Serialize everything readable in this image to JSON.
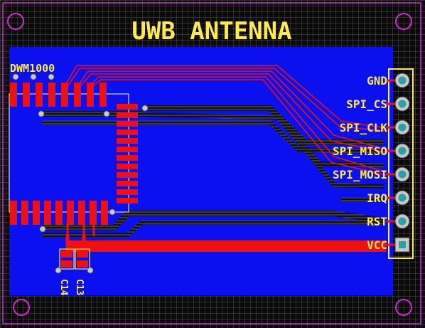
{
  "board": {
    "title": "UWB ANTENNA",
    "module_label": "DWM1000",
    "cap_labels": [
      "C14",
      "C13"
    ],
    "header_pins": [
      {
        "label": "GND",
        "pad": "round"
      },
      {
        "label": "SPI_CS",
        "pad": "round"
      },
      {
        "label": "SPI_CLK",
        "pad": "round"
      },
      {
        "label": "SPI_MISO",
        "pad": "round"
      },
      {
        "label": "SPI_MOSI",
        "pad": "round"
      },
      {
        "label": "IRQ",
        "pad": "round"
      },
      {
        "label": "RST",
        "pad": "round"
      },
      {
        "label": "VCC",
        "pad": "square"
      }
    ]
  },
  "colors": {
    "background_grid": "#0b0b0b",
    "grid_line": "#6a6a6a",
    "board_edge": "#d629d6",
    "copper_bottom": "#0a10f0",
    "copper_top": "#f01010",
    "silkscreen": "#ffea4a",
    "pad_teal": "#27a3a3",
    "via_grey": "#c8c8c8",
    "outline_white": "#ffffff"
  },
  "icons": {
    "mount_hole": "magenta-circle-icon",
    "via": "grey-dot-icon",
    "header_pad": "teal-pad-icon"
  }
}
